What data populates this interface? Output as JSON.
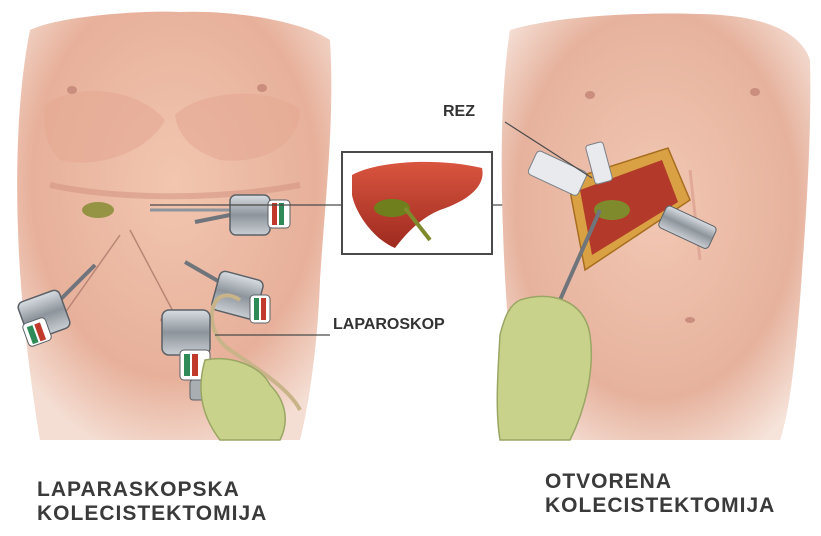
{
  "labels": {
    "incision": "REZ",
    "laparoscope": "LAPAROSKOP"
  },
  "captions": {
    "left_line1": "LAPARASKOPSKA",
    "left_line2": "KOLECISTEKTOMIJA",
    "right_line1": "OTVORENA",
    "right_line2": "KOLECISTEKTOMIJA"
  },
  "colors": {
    "skin": "#e9b7a0",
    "skin_shadow": "#d8998a",
    "liver": "#c0392b",
    "gallbladder": "#6f7f1e",
    "glove": "#c8d28a",
    "instrument": "#9aa0a6"
  }
}
